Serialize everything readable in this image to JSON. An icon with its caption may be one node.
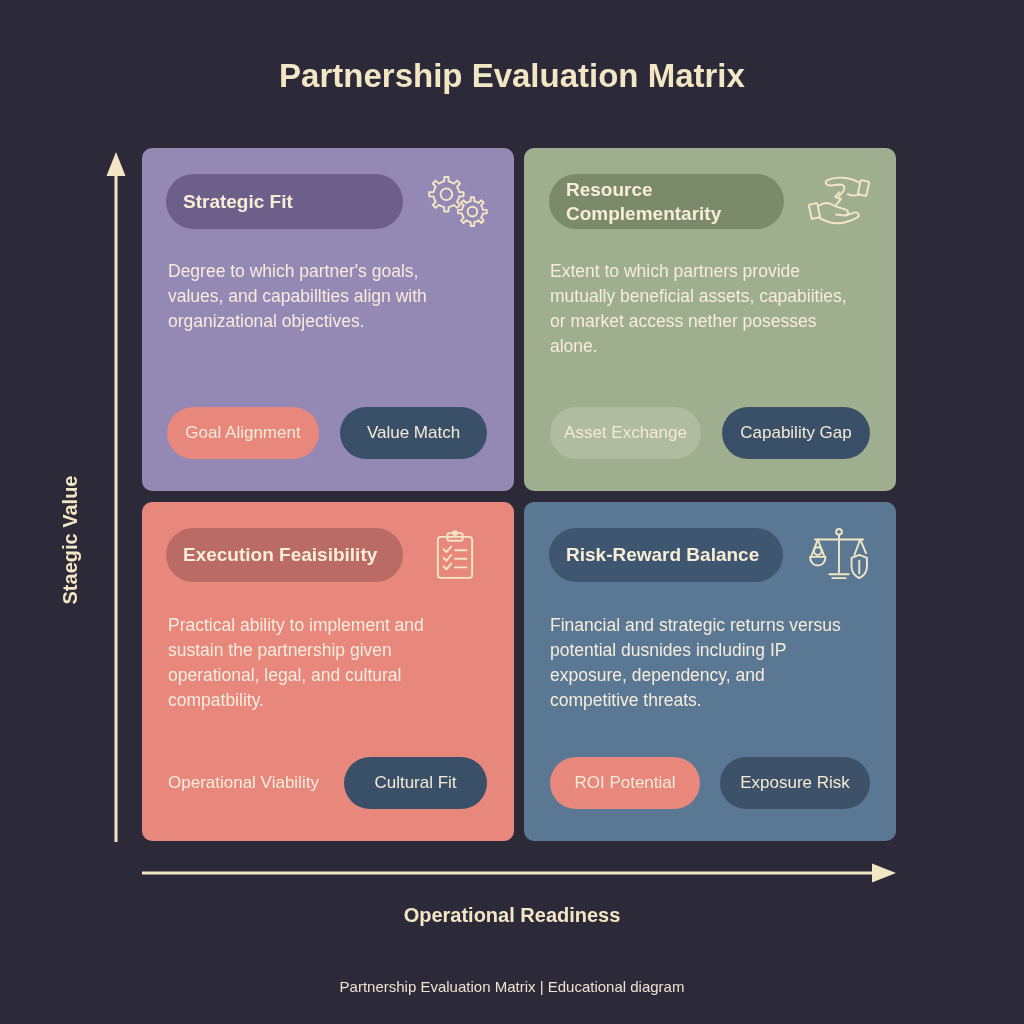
{
  "diagram": {
    "title": "Partnership Evaluation Matrix",
    "caption": "Partnership Evaluation Matrix | Educational diagram",
    "nodes": [
      {
        "text": [
          "Degree to which partner's goals, values, and capabillties align with organizational objectives."
        ]
      },
      {
        "text": [
          "Strategic Fit"
        ],
        "in": 0
      },
      {
        "text": [
          "Goal Alignment"
        ],
        "in": 0
      },
      {
        "text": [
          "Value Match"
        ],
        "in": 0
      },
      {
        "text": [
          "Extent to which partners provide mutually beneficial assets, capabiities, or market access nether posesses alone."
        ]
      },
      {
        "text": [
          "Resource Complementarity"
        ],
        "in": 4
      },
      {
        "text": [
          "Asset Exchange"
        ],
        "in": 4
      },
      {
        "text": [
          "Capability Gap"
        ],
        "in": 4
      },
      {
        "text": [
          "Practical ability to implement and sustain the partnership given operational, legal, and cultural compatbility.",
          "Operational Viability"
        ]
      },
      {
        "text": [
          "Execution Feaisibility"
        ],
        "in": 8
      },
      {
        "text": [
          "Cultural Fit"
        ],
        "in": 8
      },
      {
        "text": [
          "Financial and strategic returns versus potential dusnides including IP exposure, dependency, and competitive threats."
        ]
      },
      {
        "text": [
          "Risk-Reward Balance"
        ],
        "in": 11
      },
      {
        "text": [
          "ROI Potential"
        ],
        "in": 11
      },
      {
        "text": [
          "Exposure Risk"
        ],
        "in": 11
      }
    ],
    "labels": [
      "Staegic Value",
      "Operational Readiness"
    ]
  }
}
